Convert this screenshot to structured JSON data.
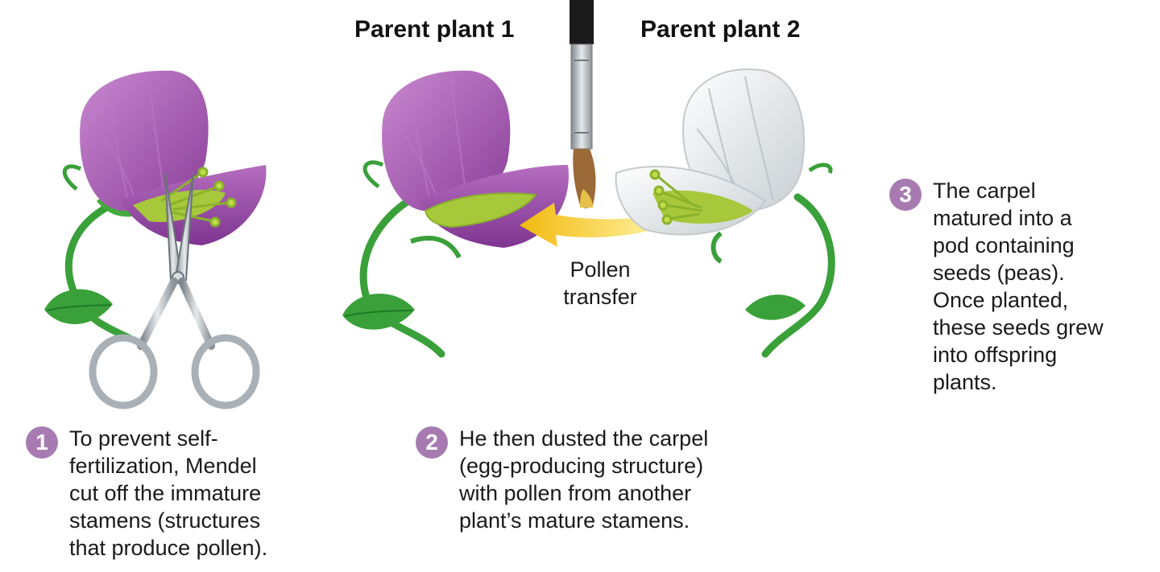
{
  "labels": {
    "parent1": "Parent plant 1",
    "parent2": "Parent plant 2",
    "pollen": "Pollen\ntransfer"
  },
  "steps": [
    {
      "num": "1",
      "text": "To prevent self-\nfertilization, Mendel\ncut off the immature\nstamens (structures\nthat produce pollen)."
    },
    {
      "num": "2",
      "text": "He then dusted the carpel\n(egg-producing structure)\nwith pollen from another\nplant’s mature stamens."
    },
    {
      "num": "3",
      "text": "The carpel\nmatured into a\npod containing\nseeds (peas).\nOnce planted,\nthese seeds grew\ninto offspring\nplants."
    }
  ],
  "colors": {
    "badge": "#a77bb1",
    "purple_petal": "#9a4fa8",
    "purple_light": "#c283c9",
    "white_petal": "#eef0f1",
    "stem": "#3aa03a",
    "stamen": "#a6c83a",
    "arrow": "#f5c21a",
    "scissors": "#a9b0b6"
  },
  "icons": [
    "scissors-icon",
    "paintbrush-icon",
    "pollen-arrow-icon"
  ]
}
